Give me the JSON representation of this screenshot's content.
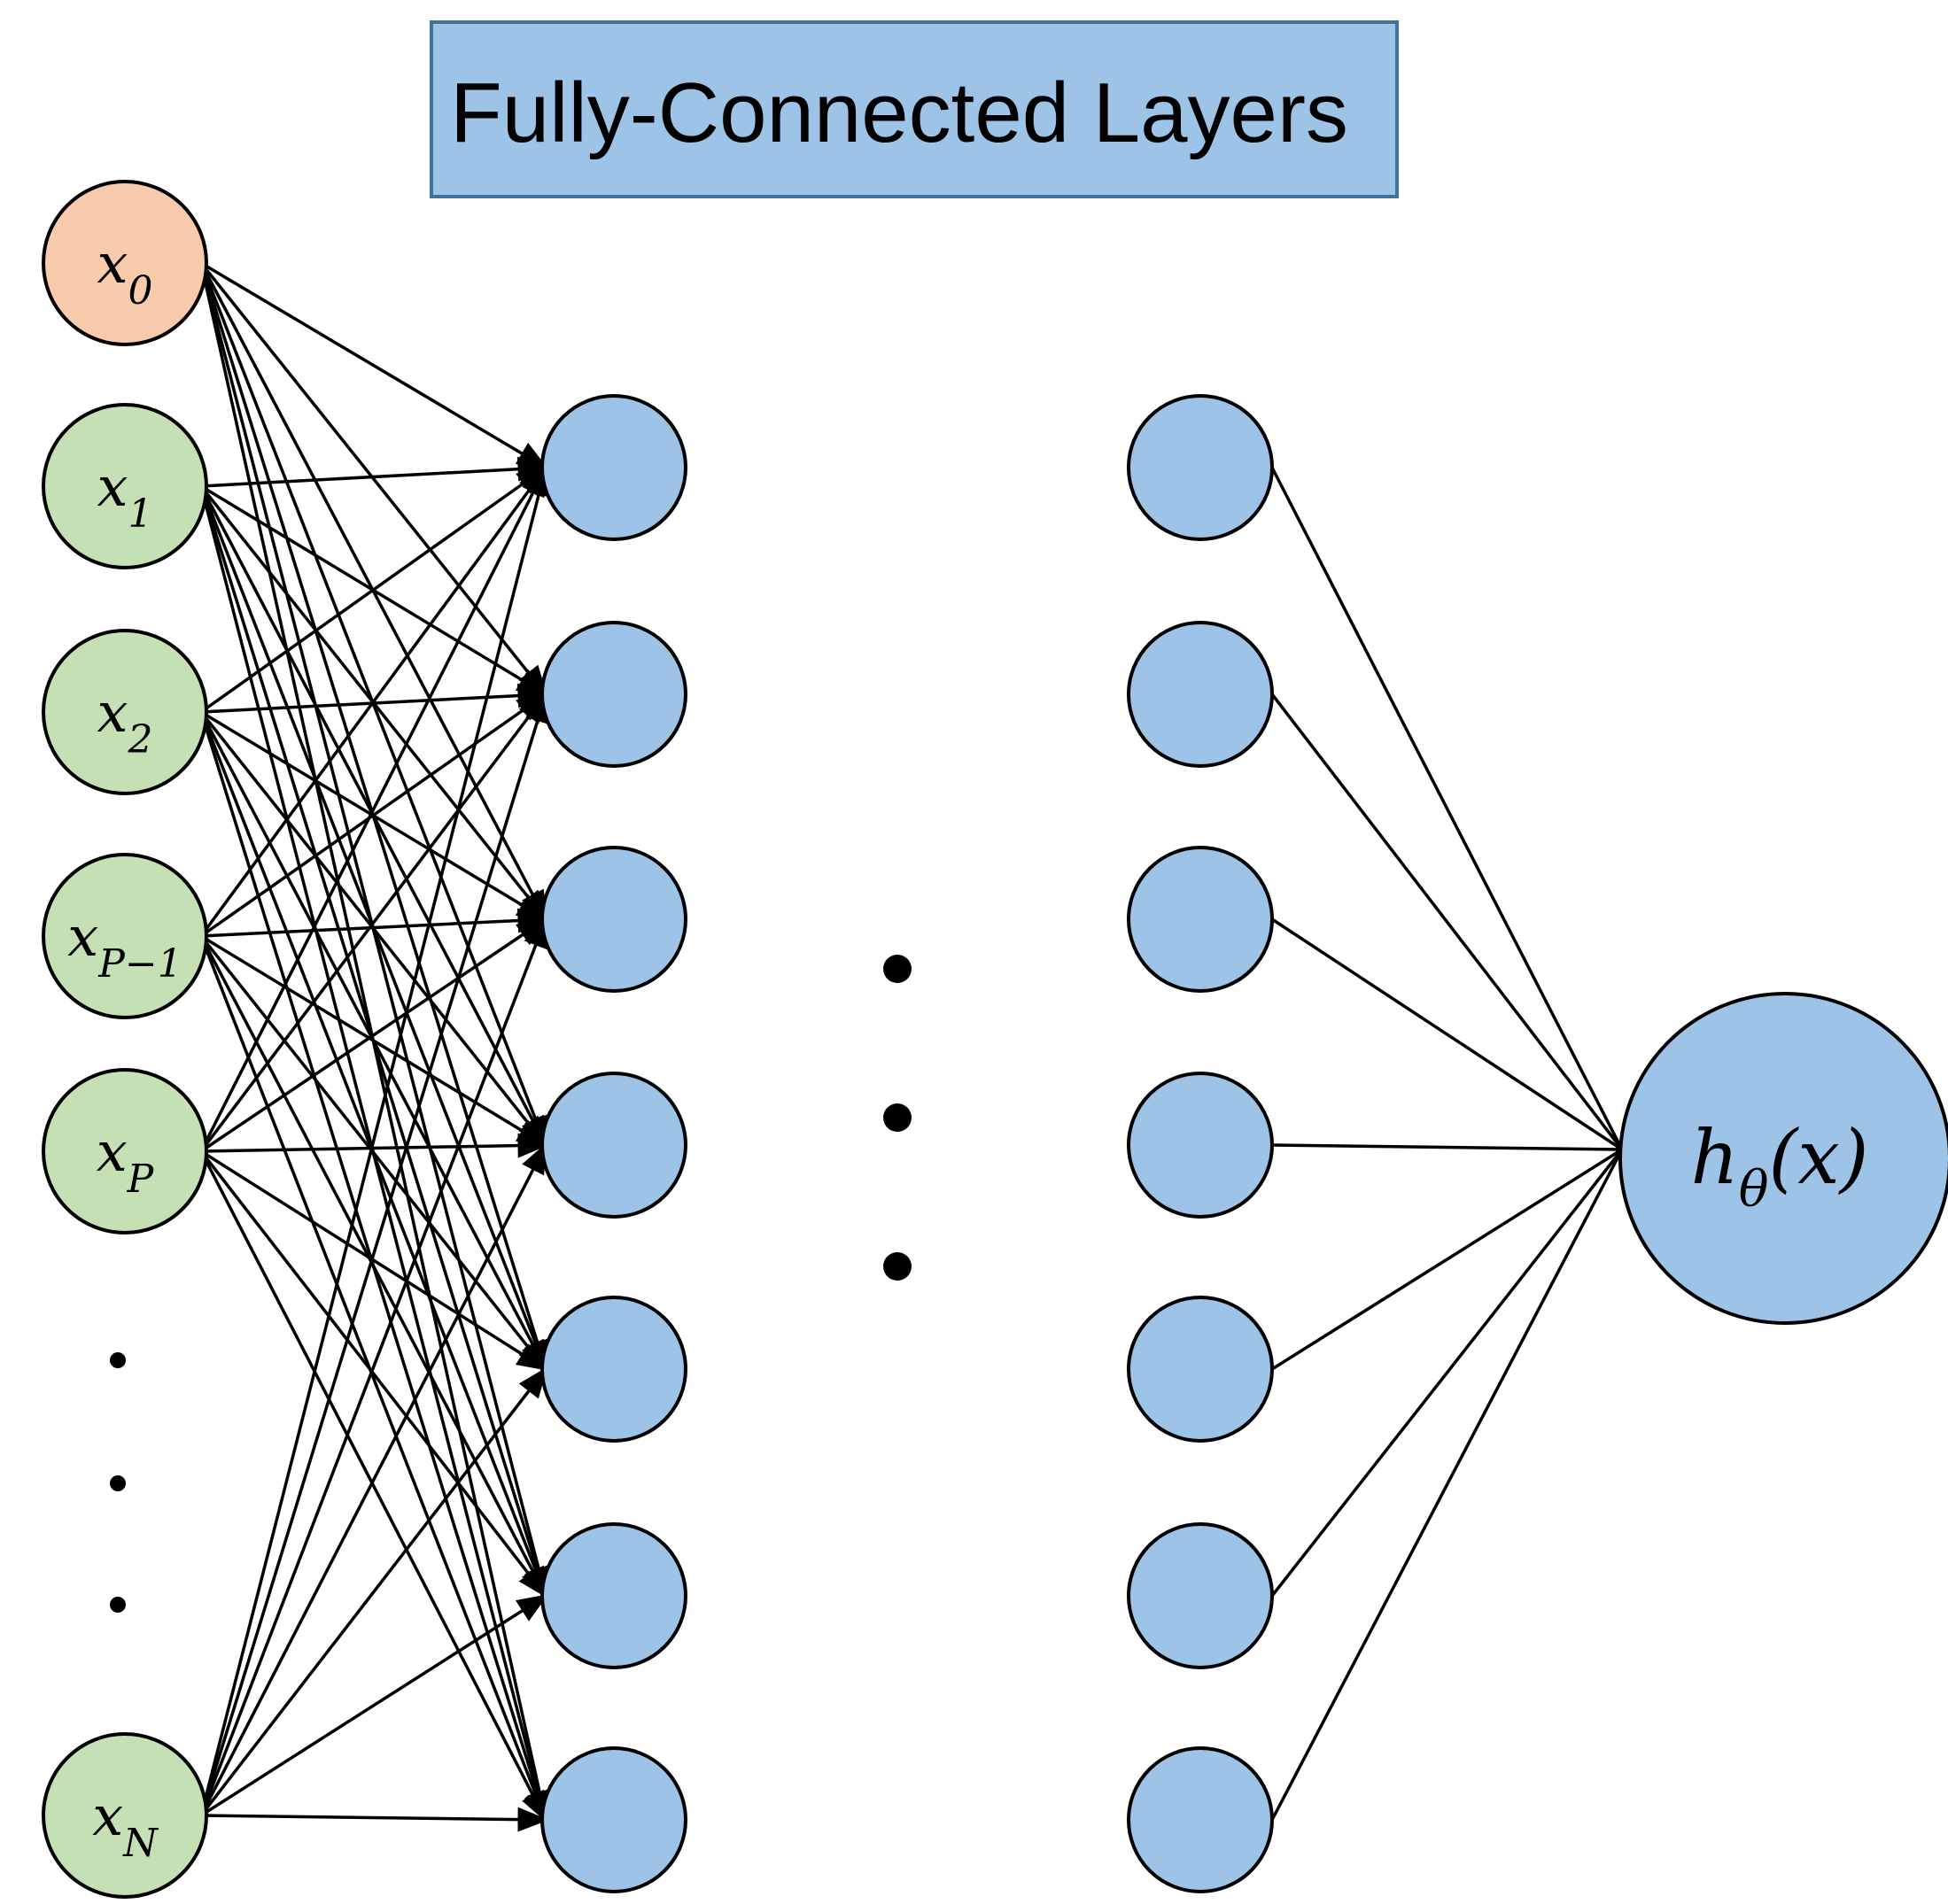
{
  "title": "Fully-Connected Layers",
  "colors": {
    "title_box_fill": "#9dc3e6",
    "title_box_stroke": "#41719c",
    "bias_node_fill": "#f8cbad",
    "input_node_fill": "#c5e0b4",
    "hidden_node_fill": "#9dc3e6",
    "node_stroke": "#000000",
    "edge": "#000000"
  },
  "input_nodes": [
    {
      "base": "x",
      "sub": "0",
      "kind": "bias"
    },
    {
      "base": "x",
      "sub": "1",
      "kind": "input"
    },
    {
      "base": "x",
      "sub": "2",
      "kind": "input"
    },
    {
      "base": "x",
      "sub": "P−1",
      "kind": "input"
    },
    {
      "base": "x",
      "sub": "P",
      "kind": "input"
    },
    {
      "base": "x",
      "sub": "N",
      "kind": "input"
    }
  ],
  "first_hidden_layer_count": 7,
  "last_hidden_layer_count": 7,
  "output_node": {
    "base": "h",
    "sub": "θ",
    "arg": "(x)"
  },
  "edges_first_layer": "fully-connected, arrowheads",
  "edges_output_layer": "fully-connected to output, no arrowheads"
}
